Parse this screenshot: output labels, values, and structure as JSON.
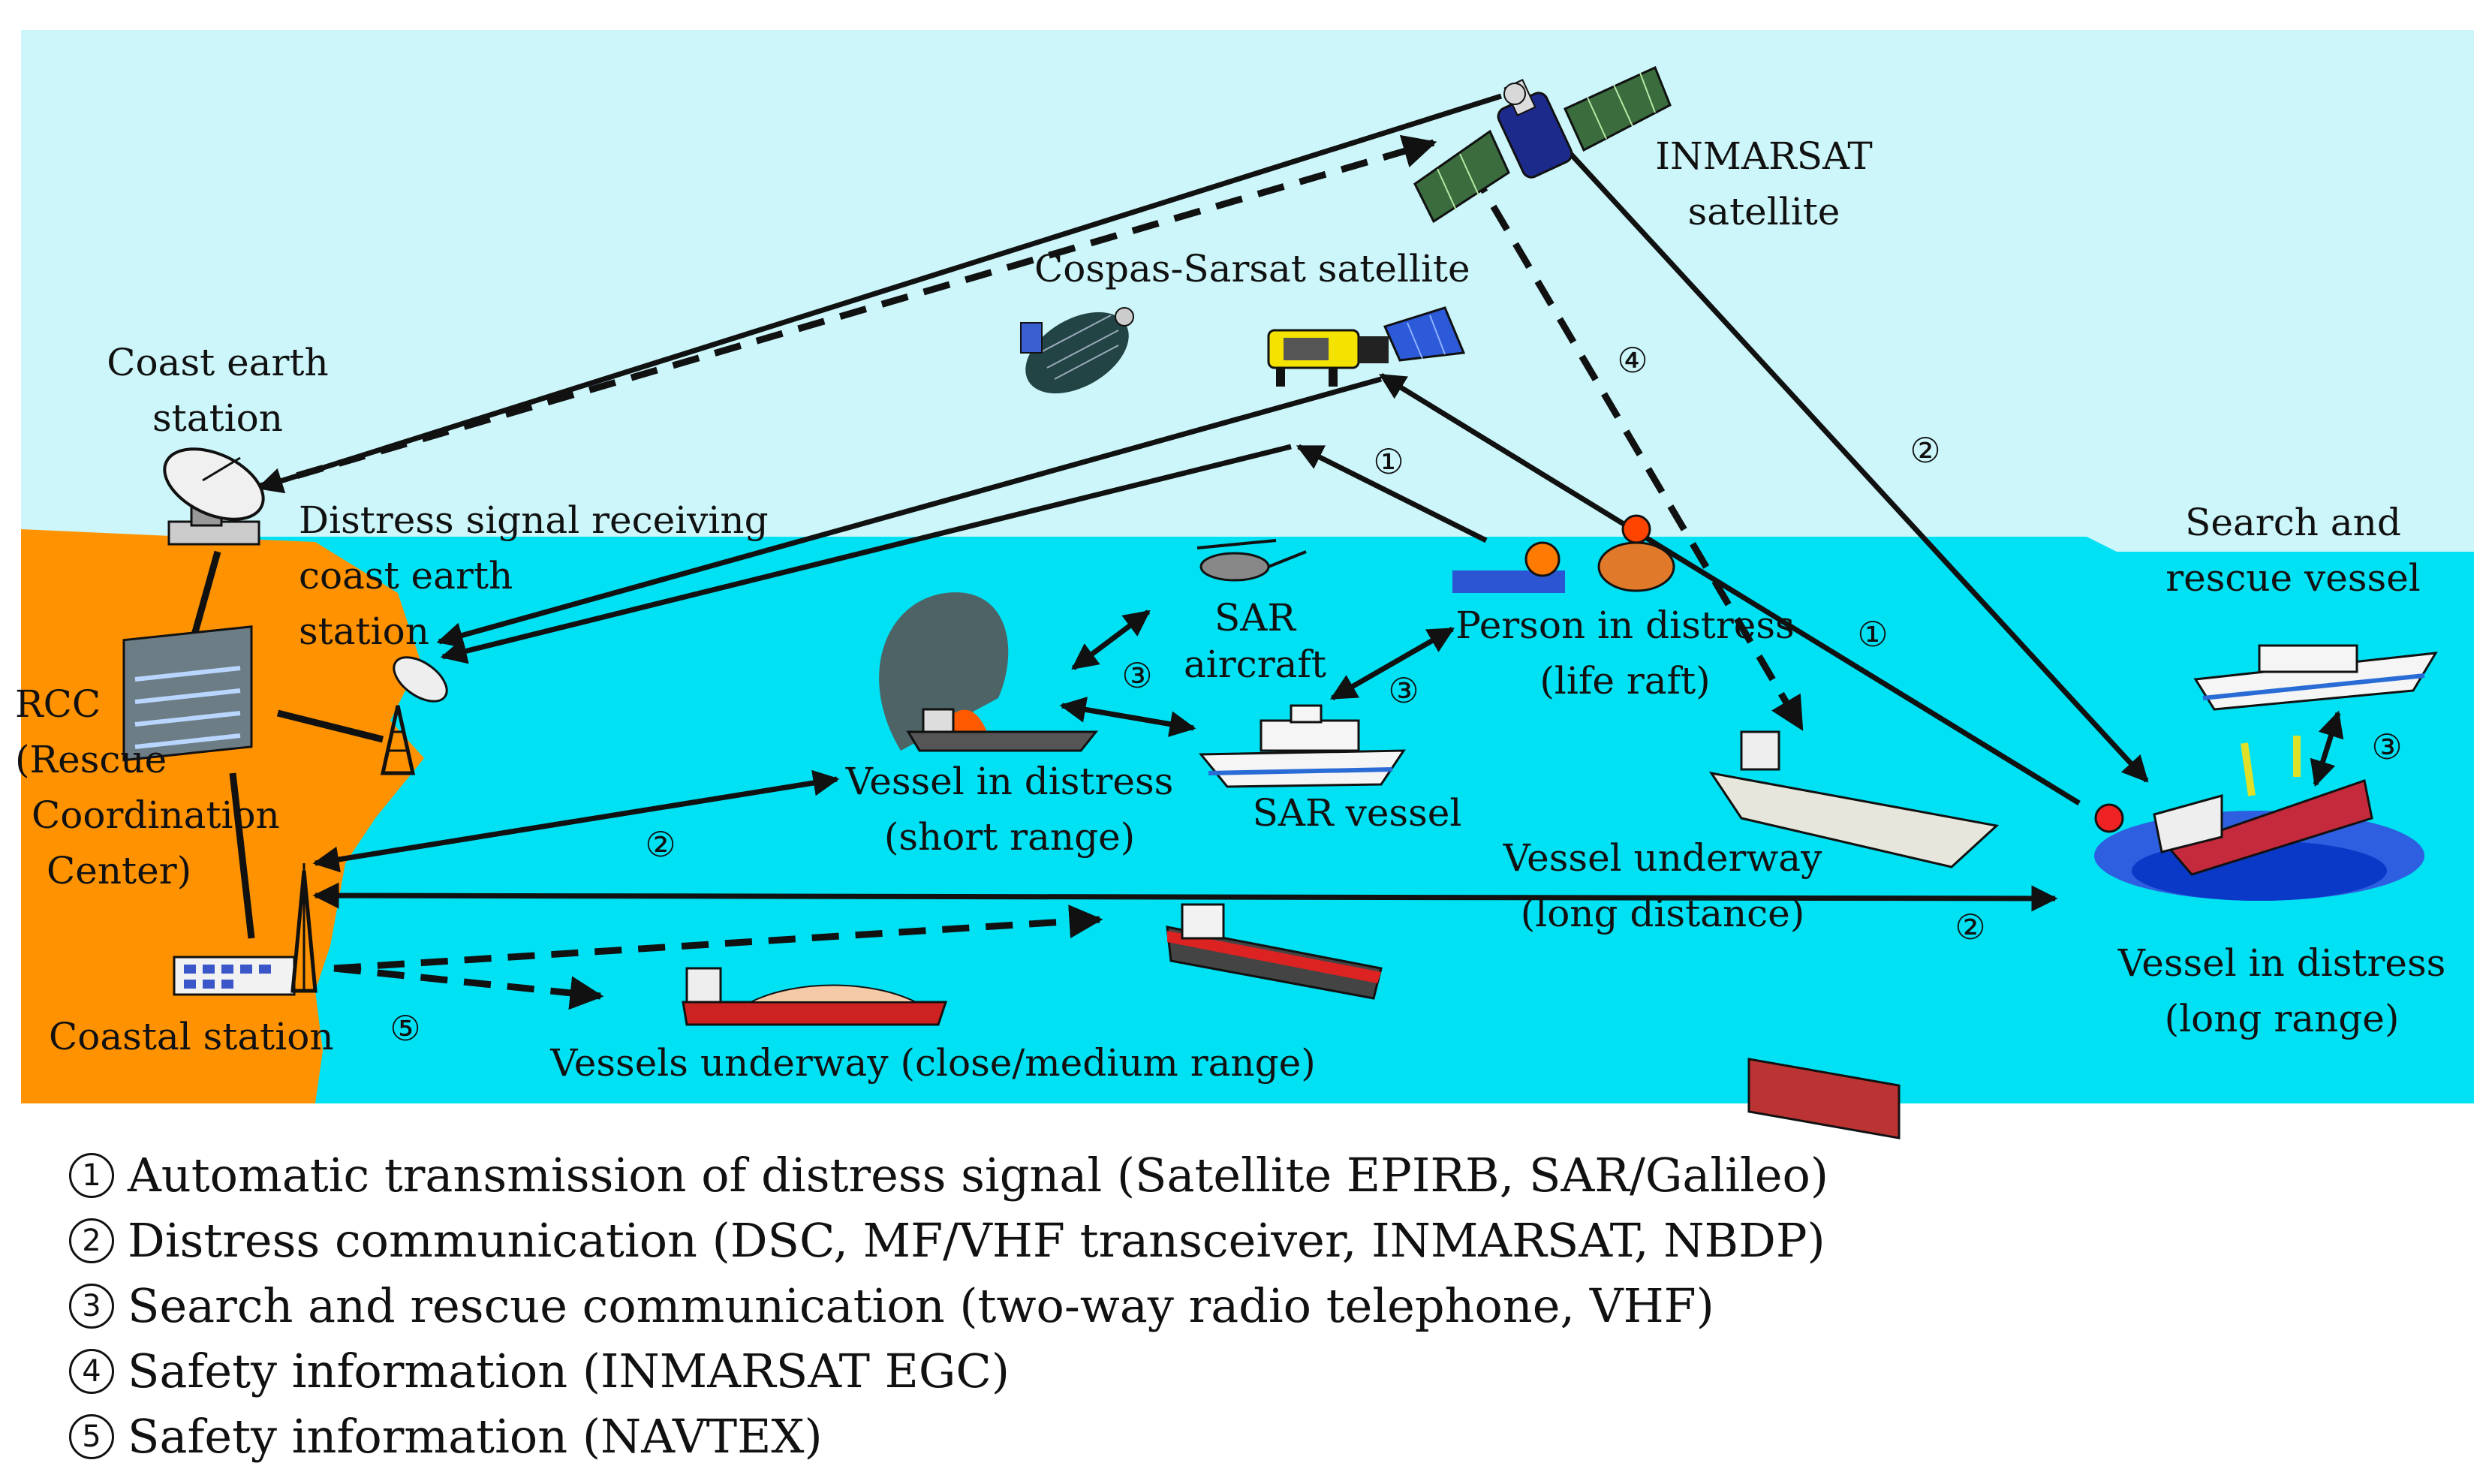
{
  "labels": {
    "inmarsat": [
      "INMARSAT",
      "satellite"
    ],
    "cospas": "Cospas-Sarsat satellite",
    "coast_earth": [
      "Coast earth",
      "station"
    ],
    "distress_receiving": [
      "Distress signal receiving",
      "coast earth",
      "station"
    ],
    "rcc": [
      "RCC",
      "(Rescue",
      "Coordination",
      "Center)"
    ],
    "coastal_station": "Coastal station",
    "sar_aircraft": [
      "SAR",
      "aircraft"
    ],
    "person_distress": [
      "Person in distress",
      "(life raft)"
    ],
    "vessel_short": [
      "Vessel in distress",
      "(short range)"
    ],
    "sar_vessel": "SAR vessel",
    "vessel_underway_long": [
      "Vessel underway",
      "(long distance)"
    ],
    "vessels_underway_close": "Vessels underway (close/medium range)",
    "search_rescue_vessel": [
      "Search and",
      "rescue vessel"
    ],
    "vessel_long": [
      "Vessel in distress",
      "(long range)"
    ]
  },
  "markers": {
    "one": "①",
    "two": "②",
    "three": "③",
    "four": "④",
    "five": "⑤"
  },
  "legend": [
    {
      "num": "1",
      "text": "Automatic transmission of distress signal (Satellite EPIRB, SAR/Galileo)"
    },
    {
      "num": "2",
      "text": "Distress communication (DSC, MF/VHF transceiver, INMARSAT, NBDP)"
    },
    {
      "num": "3",
      "text": "Search and rescue communication (two-way radio telephone, VHF)"
    },
    {
      "num": "4",
      "text": "Safety information (INMARSAT EGC)"
    },
    {
      "num": "5",
      "text": "Safety information (NAVTEX)"
    }
  ],
  "colors": {
    "sky": "#ccf6fa",
    "sea": "#00e1f3",
    "land": "#ff9200",
    "line": "#111111"
  }
}
